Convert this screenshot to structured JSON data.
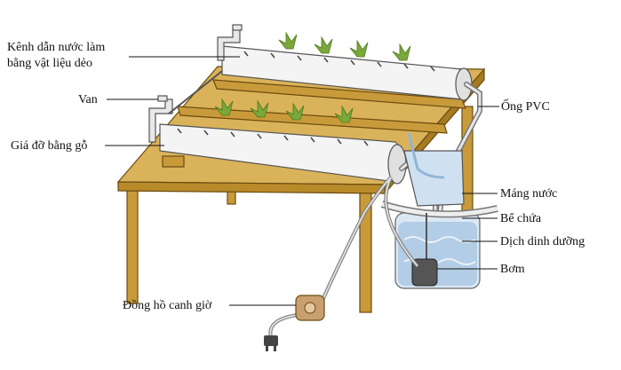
{
  "labels": {
    "channel_line1": "Kênh dẫn nước làm",
    "channel_line2": "bằng vật liệu dẻo",
    "valve": "Van",
    "wood_support": "Giá đỡ bằng gỗ",
    "pvc_pipe": "Ống PVC",
    "water_trough": "Máng nước",
    "tank": "Bể chứa",
    "nutrient_solution": "Dịch dinh dưỡng",
    "pump": "Bơm",
    "timer": "Đồng hồ canh giờ"
  },
  "colors": {
    "wood": "#c89a3a",
    "wood_dark": "#8a6418",
    "tabletop": "#d9b25a",
    "channel": "#f4f4f4",
    "pipe": "#e8e8e8",
    "plant": "#7aa83a",
    "water": "#8fb6d8"
  }
}
